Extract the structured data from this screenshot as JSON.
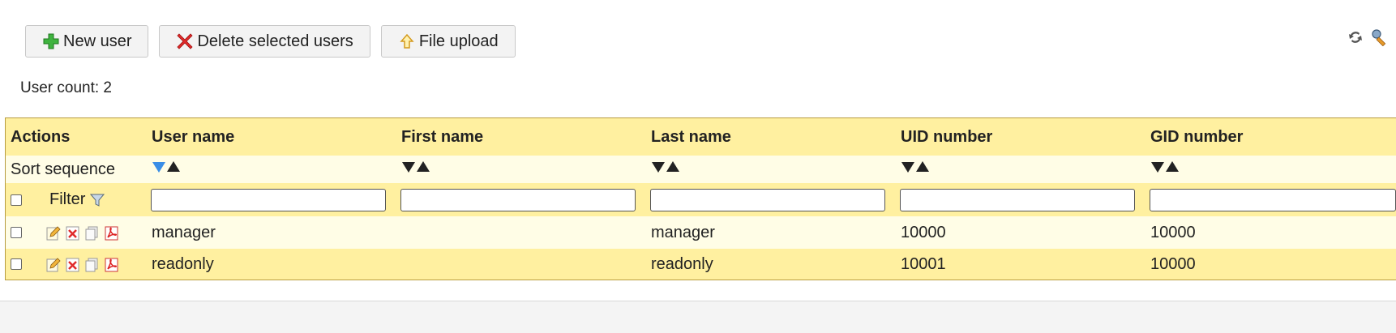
{
  "toolbar": {
    "new_user_label": "New user",
    "delete_label": "Delete selected users",
    "upload_label": "File upload"
  },
  "user_count": "User count: 2",
  "table": {
    "headers": [
      "Actions",
      "User name",
      "First name",
      "Last name",
      "UID number",
      "GID number"
    ],
    "sort_label": "Sort sequence",
    "filter_label": "Filter",
    "rows": [
      {
        "user_name": "manager",
        "first_name": "",
        "last_name": "manager",
        "uid": "10000",
        "gid": "10000"
      },
      {
        "user_name": "readonly",
        "first_name": "",
        "last_name": "readonly",
        "uid": "10001",
        "gid": "10000"
      }
    ]
  },
  "colors": {
    "header_bg": "#fff0a0",
    "light_row_bg": "#fffde6",
    "border": "#b89c40",
    "sort_active": "#3a8ee6"
  }
}
